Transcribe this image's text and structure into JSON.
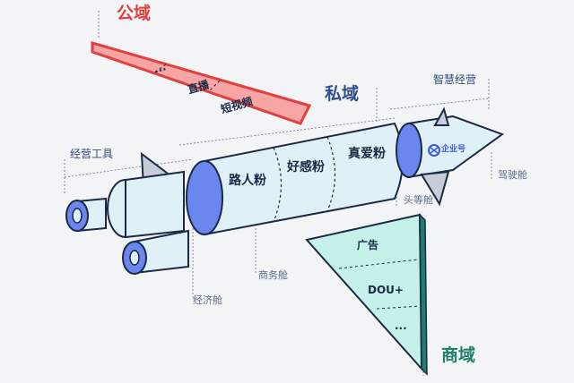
{
  "regions": {
    "public": "公域",
    "private": "私域",
    "commercial": "商域"
  },
  "public_panel": {
    "items": [
      "...",
      "直播",
      "短视频"
    ]
  },
  "private_body": {
    "segments": [
      "路人粉",
      "好感粉",
      "真爱粉"
    ]
  },
  "commercial_panel": {
    "items": [
      "广告",
      "DOU+",
      "..."
    ]
  },
  "callouts": {
    "tools": "经营工具",
    "smart": "智慧经营",
    "first_class": "头等舱",
    "cockpit": "驾驶舱",
    "business_class": "商务舱",
    "economy_class": "经济舱"
  },
  "logo": {
    "brand": "企业号"
  },
  "colors": {
    "red_panel": "#f6a4a4",
    "red_edge": "#e0403e",
    "teal_panel": "#c5f1ea",
    "blue_fill": "#6c86ef",
    "body_fill": "#dff0f7",
    "outline": "#1b2b45"
  }
}
